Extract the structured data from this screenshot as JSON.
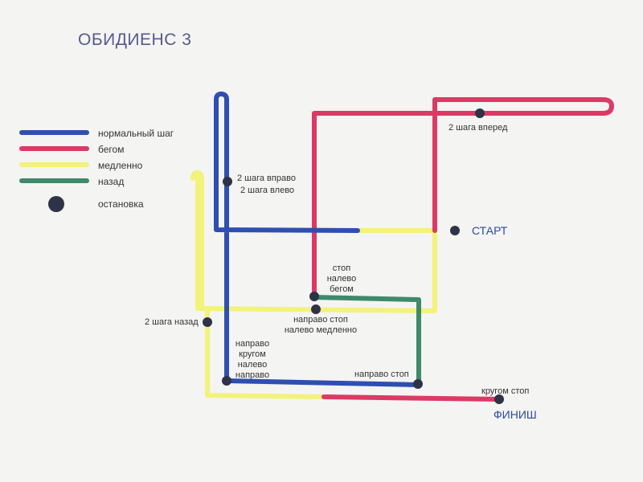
{
  "title": "ОБИДИЕНС 3",
  "colors": {
    "normal": "#2f4fb0",
    "run": "#dc3a65",
    "slow": "#f3f27a",
    "back": "#3f8a6a",
    "stop": "#2f3347"
  },
  "legend": [
    {
      "key": "normal",
      "label": "нормальный шаг",
      "kind": "line"
    },
    {
      "key": "run",
      "label": "бегом",
      "kind": "line"
    },
    {
      "key": "slow",
      "label": "медленно",
      "kind": "line"
    },
    {
      "key": "back",
      "label": "назад",
      "kind": "line"
    },
    {
      "key": "stop",
      "label": "остановка",
      "kind": "dot"
    }
  ],
  "start_label": "СТАРТ",
  "finish_label": "ФИНИШ",
  "annotations": {
    "forward": "2 шага вперед",
    "right": "2 шага вправо",
    "left": "2 шага влево",
    "stop1": "стоп",
    "stop2": "налево",
    "stop3": "бегом",
    "mid1": "направо стоп",
    "mid2": "налево медленно",
    "back": "2 шага назад",
    "turn1": "направо",
    "turn2": "кругом",
    "turn3": "налево",
    "turn4": "направо",
    "rightstop": "направо стоп",
    "aboutstop": "кругом стоп"
  }
}
